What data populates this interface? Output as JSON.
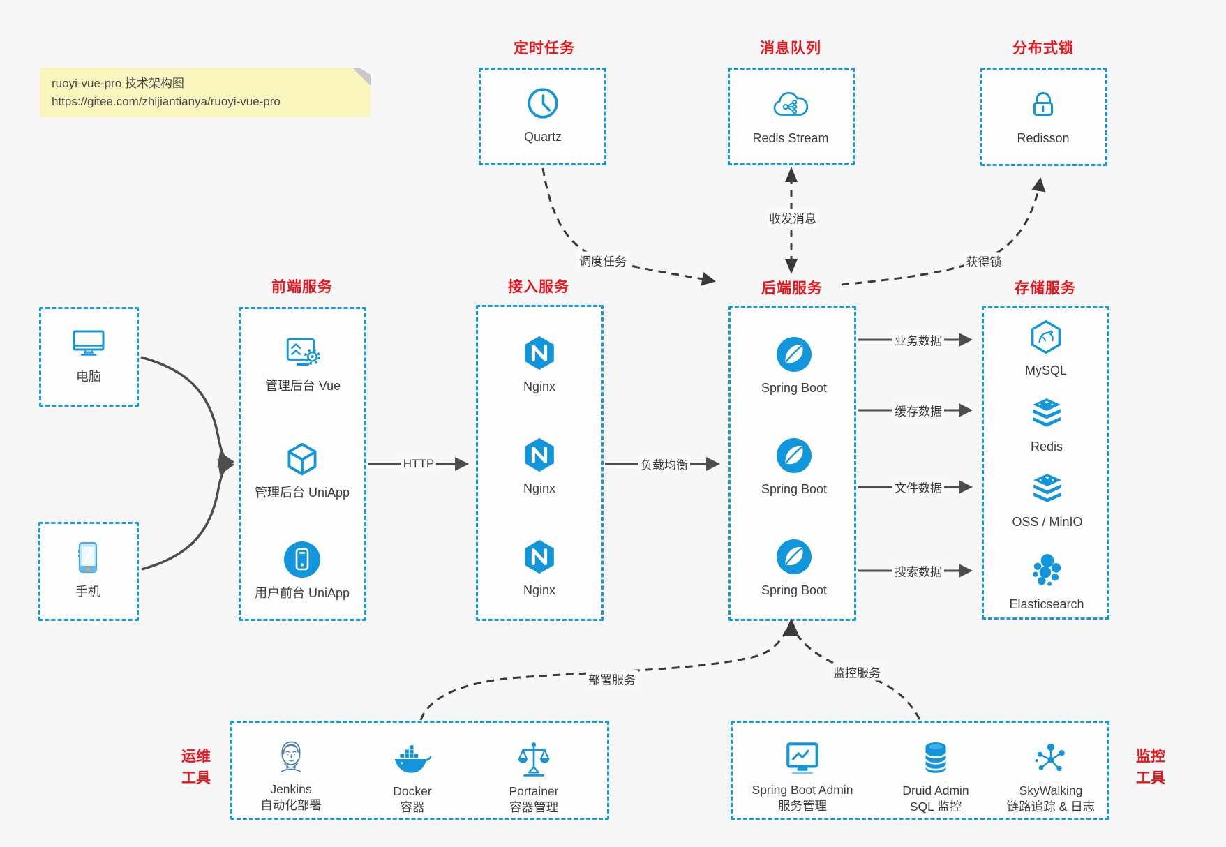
{
  "note": {
    "line1": "ruoyi-vue-pro 技术架构图",
    "line2": "https://gitee.com/zhijiantianya/ruoyi-vue-pro"
  },
  "titles": {
    "scheduler": "定时任务",
    "mq": "消息队列",
    "lock": "分布式锁",
    "frontend": "前端服务",
    "gateway": "接入服务",
    "backend": "后端服务",
    "storage": "存储服务"
  },
  "side_labels": {
    "ops1": "运维",
    "ops2": "工具",
    "mon1": "监控",
    "mon2": "工具"
  },
  "nodes": {
    "quartz": {
      "icon": "clock-icon",
      "label": "Quartz"
    },
    "redis_stream": {
      "icon": "cloud-stream-icon",
      "label": "Redis Stream"
    },
    "redisson": {
      "icon": "lock-icon",
      "label": "Redisson"
    },
    "pc": {
      "icon": "desktop-icon",
      "label": "电脑"
    },
    "mobile": {
      "icon": "smartphone-icon",
      "label": "手机"
    },
    "admin_vue": {
      "icon": "admin-dashboard-icon",
      "label": "管理后台 Vue"
    },
    "admin_uniapp": {
      "icon": "cube-icon",
      "label": "管理后台 UniApp"
    },
    "user_uniapp": {
      "icon": "app-circle-icon",
      "label": "用户前台 UniApp"
    },
    "nginx1": {
      "icon": "nginx-icon",
      "label": "Nginx"
    },
    "nginx2": {
      "icon": "nginx-icon",
      "label": "Nginx"
    },
    "nginx3": {
      "icon": "nginx-icon",
      "label": "Nginx"
    },
    "spring1": {
      "icon": "spring-leaf-icon",
      "label": "Spring Boot"
    },
    "spring2": {
      "icon": "spring-leaf-icon",
      "label": "Spring Boot"
    },
    "spring3": {
      "icon": "spring-leaf-icon",
      "label": "Spring Boot"
    },
    "mysql": {
      "icon": "mysql-dolphin-icon",
      "label": "MySQL"
    },
    "redis": {
      "icon": "redis-stack-icon",
      "label": "Redis"
    },
    "oss": {
      "icon": "redis-stack-icon",
      "label": "OSS / MinIO"
    },
    "es": {
      "icon": "elasticsearch-cluster-icon",
      "label": "Elasticsearch"
    },
    "jenkins": {
      "icon": "jenkins-butler-icon",
      "label": "Jenkins",
      "sublabel": "自动化部署"
    },
    "docker": {
      "icon": "docker-whale-icon",
      "label": "Docker",
      "sublabel": "容器"
    },
    "portainer": {
      "icon": "scales-icon",
      "label": "Portainer",
      "sublabel": "容器管理"
    },
    "sba": {
      "icon": "monitor-chart-icon",
      "label": "Spring Boot Admin",
      "sublabel": "服务管理"
    },
    "druid": {
      "icon": "database-icon",
      "label": "Druid Admin",
      "sublabel": "SQL 监控"
    },
    "skywalking": {
      "icon": "topology-icon",
      "label": "SkyWalking",
      "sublabel": "链路追踪 & 日志"
    }
  },
  "edges": {
    "http": "HTTP",
    "lb": "负载均衡",
    "biz": "业务数据",
    "cache": "缓存数据",
    "file": "文件数据",
    "search": "搜索数据",
    "schedule": "调度任务",
    "msg": "收发消息",
    "lock": "获得锁",
    "deploy": "部署服务",
    "monitor": "监控服务"
  },
  "colors": {
    "icon_blue": "#1296db",
    "border_blue": "#1499e0",
    "title_red": "#e8151d",
    "arrow_gray": "#4d4d4d",
    "arrow_black": "#3a3a3a",
    "note_bg": "#faf5bc"
  }
}
